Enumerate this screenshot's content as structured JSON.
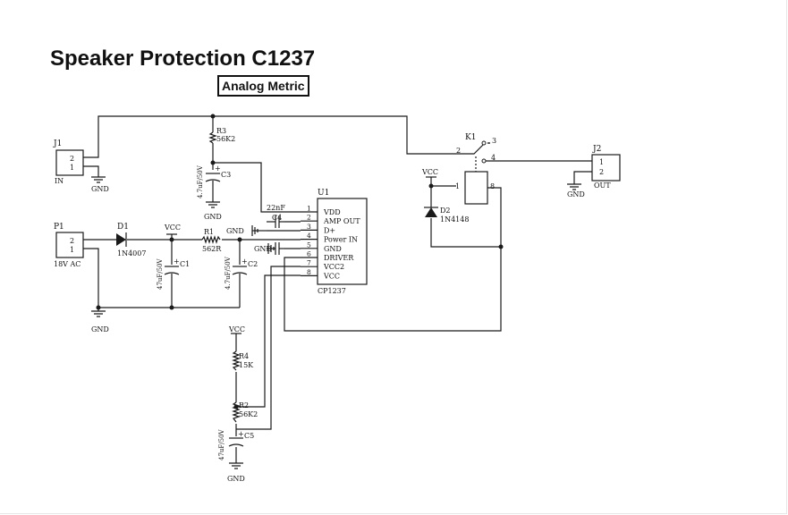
{
  "header": {
    "title": "Speaker Protection C1237",
    "badge": "Analog Metric"
  },
  "labels": {
    "j1": "J1",
    "j1_p2": "2",
    "j1_p1": "1",
    "j1_name": "IN",
    "gnd_j1": "GND",
    "r3": "R3",
    "r3_val": "56K2",
    "c3": "C3",
    "c3_plus": "+",
    "c3_val": "4.7uF/50V",
    "gnd_c3": "GND",
    "p1": "P1",
    "p1_p2": "2",
    "p1_p1": "1",
    "p1_name": "18V AC",
    "d1": "D1",
    "d1_val": "1N4007",
    "vcc1": "VCC",
    "r1": "R1",
    "r1_val": "562R",
    "c1": "C1",
    "c1_plus": "+",
    "c1_val": "47uF/50V",
    "c2": "C2",
    "c2_plus": "+",
    "c2_val": "4.7uF/50V",
    "gnd_main": "GND",
    "c4_cap": "22nF",
    "c4": "C4",
    "gnd_a": "GND",
    "gnd_b": "GND",
    "u1": "U1",
    "u1_name": "CP1237",
    "pin_nums": [
      "1",
      "2",
      "3",
      "4",
      "5",
      "6",
      "7",
      "8"
    ],
    "pin_names": [
      "VDD",
      "AMP OUT",
      "D+",
      "Power IN",
      "GND",
      "DRIVER",
      "VCC2",
      "VCC"
    ],
    "k1": "K1",
    "k1_p2": "2",
    "k1_p3": "3",
    "k1_p4": "4",
    "k1_p1": "1",
    "k1_p8": "8",
    "vcc2": "VCC",
    "d2": "D2",
    "d2_val": "1N4148",
    "j2": "J2",
    "j2_p1": "1",
    "j2_p2": "2",
    "j2_name": "OUT",
    "gnd_j2": "GND",
    "vcc3": "VCC",
    "r4": "R4",
    "r4_val": "15K",
    "r2": "R2",
    "r2_val": "56K2",
    "c5": "C5",
    "c5_plus": "+",
    "c5_val": "47uF/50V",
    "gnd_c5": "GND"
  }
}
